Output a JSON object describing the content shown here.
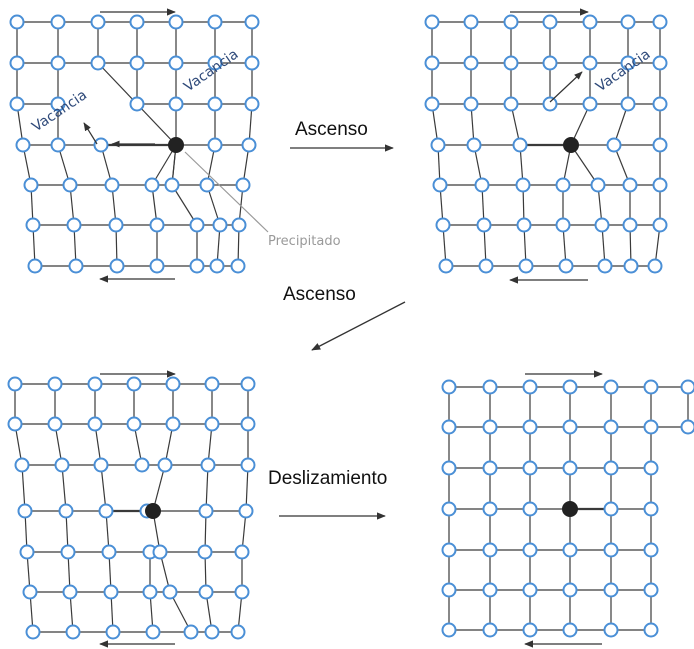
{
  "labels": {
    "climb_1": "Ascenso",
    "climb_2": "Ascenso",
    "glide": "Deslizamiento",
    "vacancy_1": "Vacancia",
    "vacancy_2": "Vacancia",
    "vacancy_3": "Vacancia",
    "precipitate": "Precipitado"
  },
  "colors": {
    "atom_stroke": "#4a8fd6",
    "atom_fill": "#ffffff",
    "bond": "#3a3a3a",
    "precipitate": "#222222",
    "label_text": "#111111",
    "vacancy_text": "#2f4a7a",
    "precipitate_text": "#9a9a9a"
  }
}
